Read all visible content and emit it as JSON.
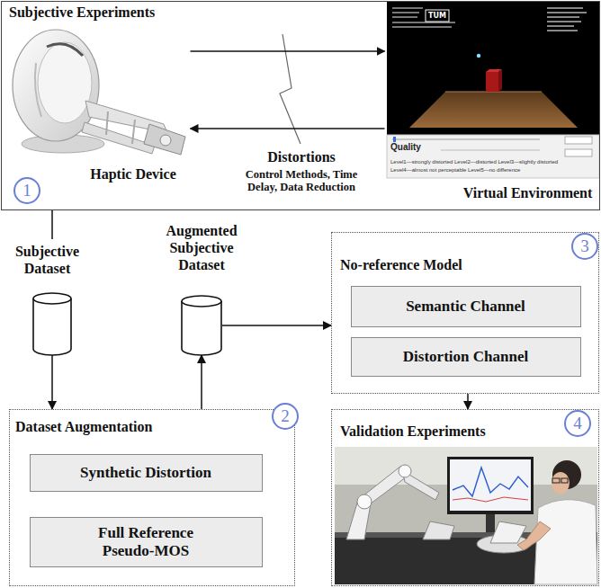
{
  "diagram": {
    "nodes": [
      {
        "text": [
          "Subjective Experiments"
        ]
      },
      {
        "text": [
          "Haptic Device"
        ],
        "in": 0
      },
      {
        "text": [
          "Virtual Environment"
        ],
        "in": 0
      },
      {
        "text": [
          "Subjective Dataset"
        ]
      },
      {
        "text": [
          "Augmented Subjective Dataset"
        ]
      },
      {
        "text": [
          "Dataset Augmentation"
        ]
      },
      {
        "text": [
          "Synthetic Distortion"
        ],
        "in": 5
      },
      {
        "text": [
          "Full Reference Pseudo-MOS"
        ],
        "in": 5
      },
      {
        "text": [
          "No-reference Model"
        ]
      },
      {
        "text": [
          "Semantic Channel"
        ],
        "in": 8
      },
      {
        "text": [
          "Distortion Channel"
        ],
        "in": 8
      },
      {
        "text": [
          "Validation Experiments"
        ]
      }
    ],
    "edges": [
      {
        "from": 1,
        "to": 2,
        "arrow": "to"
      },
      {
        "from": 2,
        "to": 1,
        "arrow": "to"
      },
      {
        "from": 0,
        "to": 3,
        "arrow": "none"
      },
      {
        "from": 3,
        "to": 5,
        "arrow": "to"
      },
      {
        "from": 5,
        "to": 4,
        "arrow": "to"
      },
      {
        "from": 4,
        "to": 8,
        "arrow": "to"
      },
      {
        "from": 8,
        "to": 11,
        "arrow": "to"
      }
    ],
    "labels": [
      "Distortions",
      "Control Methods, Time Delay, Data Reduction",
      "1",
      "2",
      "3",
      "4",
      "TUM",
      "Quality",
      "Level1—strongly distorted Level2—distorted Level3—slightly distorted",
      "Level4—almost not perceptable Level5—no difference"
    ]
  }
}
